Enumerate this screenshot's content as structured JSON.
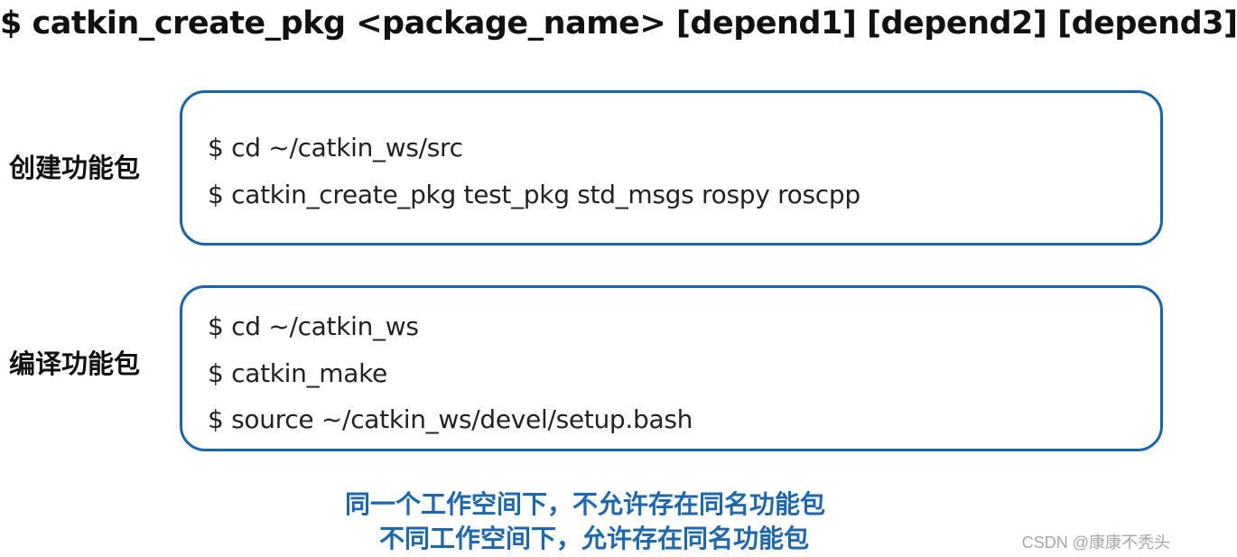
{
  "title": "$ catkin_create_pkg <package_name> [depend1] [depend2] [depend3]",
  "sections": {
    "create": {
      "label": "创建功能包",
      "commands": [
        "$ cd ~/catkin_ws/src",
        "$ catkin_create_pkg test_pkg std_msgs rospy roscpp"
      ]
    },
    "build": {
      "label": "编译功能包",
      "commands": [
        "$ cd ~/catkin_ws",
        "$ catkin_make",
        "$ source ~/catkin_ws/devel/setup.bash"
      ]
    }
  },
  "notes": [
    "同一个工作空间下，不允许存在同名功能包",
    "不同工作空间下，允许存在同名功能包"
  ],
  "watermark": "CSDN @康康不秃头",
  "colors": {
    "box_border": "#1565b7",
    "note_text": "#1b67b3",
    "watermark": "#a6a6a6"
  }
}
